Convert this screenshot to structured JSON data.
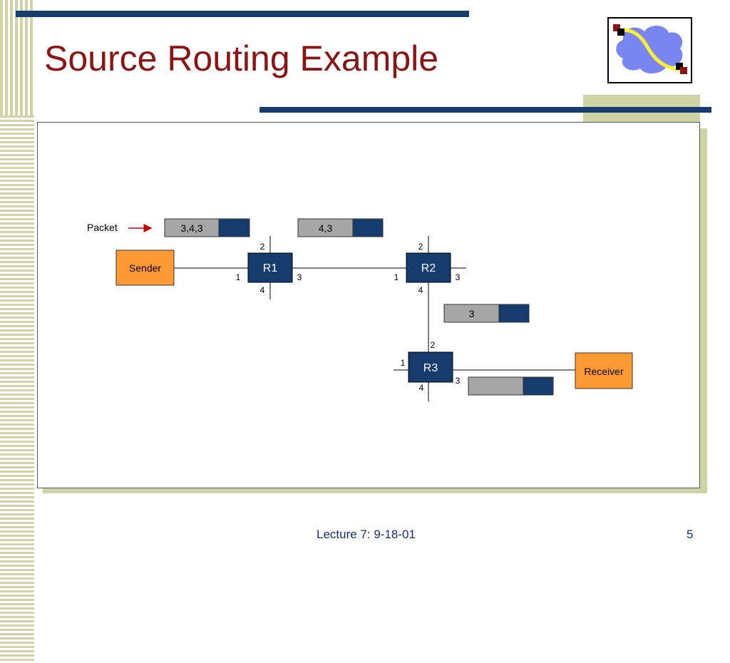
{
  "slide": {
    "title": "Source Routing Example",
    "footer_left": "Lecture 7: 9-18-01",
    "page_number": "5"
  },
  "diagram": {
    "packet_label": "Packet",
    "sender_label": "Sender",
    "receiver_label": "Receiver",
    "routers": [
      {
        "label": "R1",
        "ports": {
          "top": "2",
          "left": "1",
          "right": "3",
          "bottom": "4"
        }
      },
      {
        "label": "R2",
        "ports": {
          "top": "2",
          "left": "1",
          "right": "3",
          "bottom": "4"
        }
      },
      {
        "label": "R3",
        "ports": {
          "top": "2",
          "left": "1",
          "right": "3",
          "bottom": "4"
        }
      }
    ],
    "packets": [
      {
        "header": "3,4,3"
      },
      {
        "header": "4,3"
      },
      {
        "header": "3"
      },
      {
        "header": ""
      }
    ]
  },
  "colors": {
    "title": "#8b1414",
    "navy": "#163c6e",
    "olive": "#cfd4a6",
    "host_fill": "#ff9933",
    "packet_header": "#a6a6a6",
    "arrow": "#cc0000"
  }
}
